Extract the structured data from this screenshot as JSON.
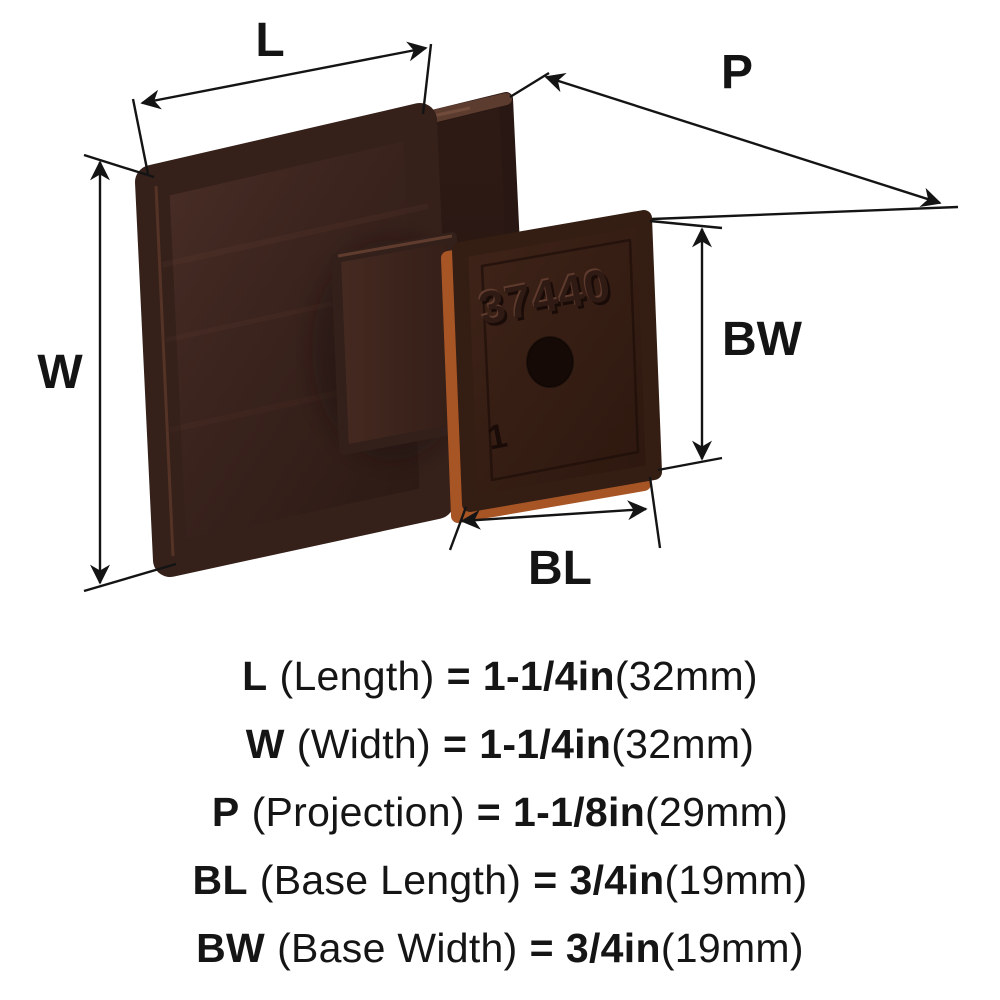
{
  "diagram": {
    "part_number": "37440",
    "base_mark": "1",
    "labels": {
      "length": "L",
      "width": "W",
      "projection": "P",
      "base_length": "BL",
      "base_width": "BW"
    }
  },
  "specs": [
    {
      "abbr": "L",
      "name": "(Length)",
      "eq": "=",
      "value": "1-1/4in",
      "metric": "(32mm)"
    },
    {
      "abbr": "W",
      "name": "(Width)",
      "eq": "=",
      "value": "1-1/4in",
      "metric": "(32mm)"
    },
    {
      "abbr": "P",
      "name": "(Projection)",
      "eq": "=",
      "value": "1-1/8in",
      "metric": "(29mm)"
    },
    {
      "abbr": "BL",
      "name": "(Base Length)",
      "eq": "=",
      "value": "3/4in",
      "metric": "(19mm)"
    },
    {
      "abbr": "BW",
      "name": "(Base Width)",
      "eq": "=",
      "value": "3/4in",
      "metric": "(19mm)"
    }
  ],
  "colors": {
    "bronze_front": "#3a231d",
    "bronze_dark": "#2a1813",
    "bronze_top": "#6b4536",
    "copper_edge": "#b05a2a",
    "dim_line": "#141414"
  }
}
